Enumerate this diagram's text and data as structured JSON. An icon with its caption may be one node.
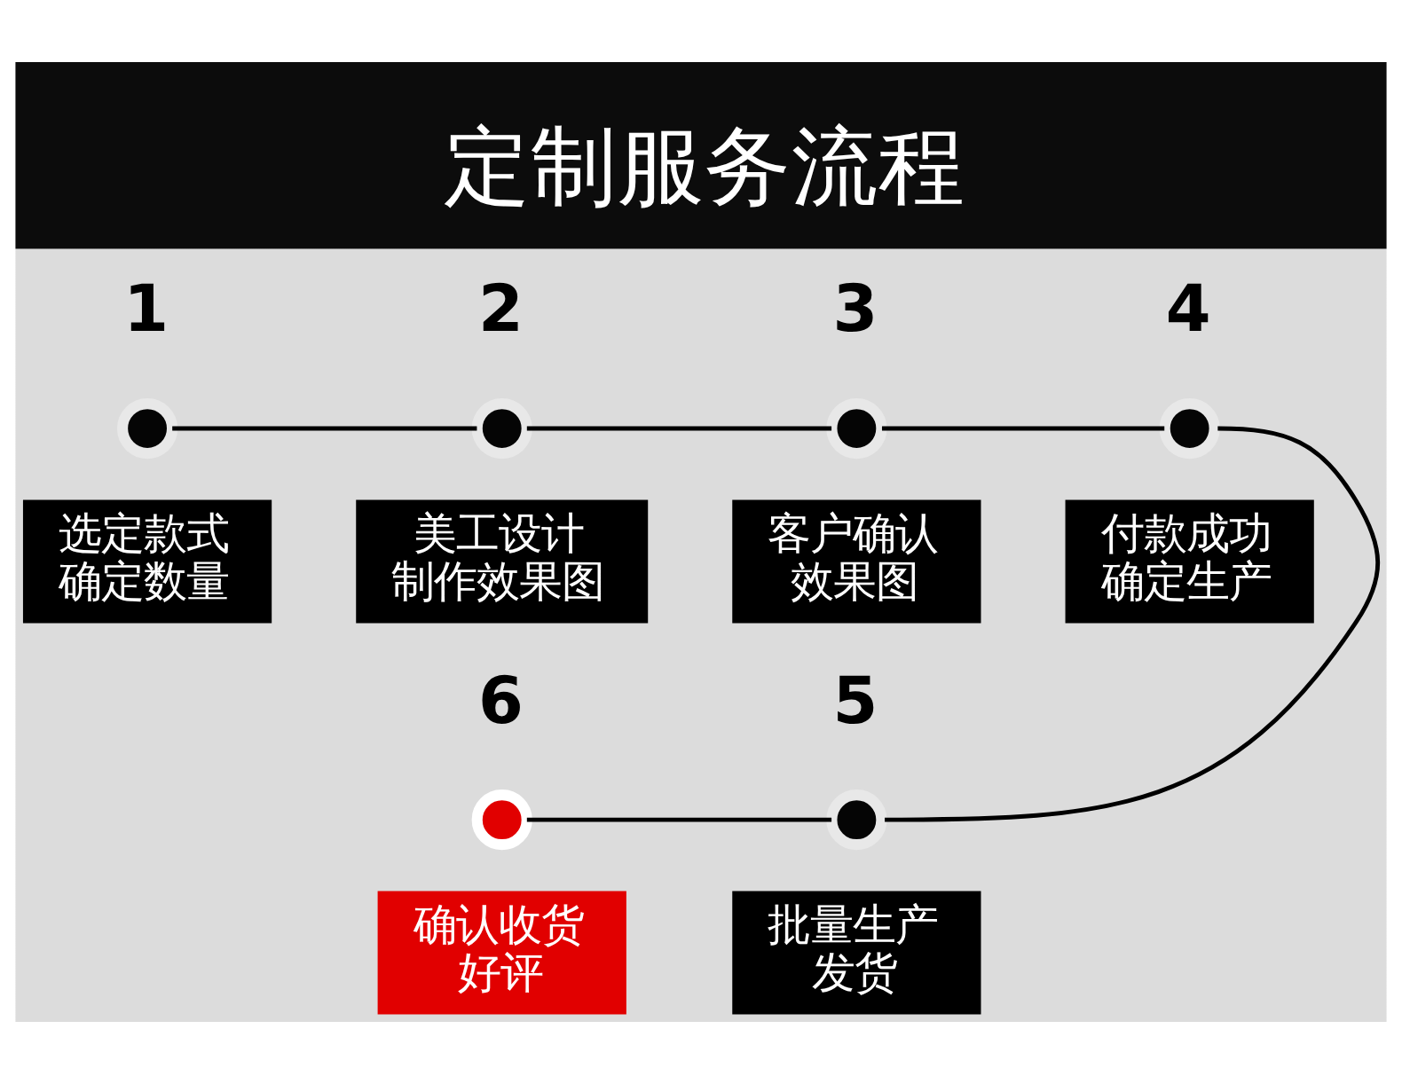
{
  "diagram": {
    "title": "定制服务流程",
    "nodes": [
      {
        "text": [],
        "shape": "circle",
        "beside": [
          "1"
        ]
      },
      {
        "text": [
          "选定款式确定数量"
        ]
      },
      {
        "text": [],
        "shape": "circle",
        "beside": [
          "2"
        ]
      },
      {
        "text": [
          "美工设计制作效果图"
        ]
      },
      {
        "text": [],
        "shape": "circle",
        "beside": [
          "3"
        ]
      },
      {
        "text": [
          "客户确认效果图"
        ]
      },
      {
        "text": [],
        "shape": "circle",
        "beside": [
          "4"
        ]
      },
      {
        "text": [
          "付款成功确定生产"
        ]
      },
      {
        "text": [],
        "shape": "circle",
        "beside": [
          "5"
        ]
      },
      {
        "text": [
          "批量生产发货"
        ]
      },
      {
        "text": [],
        "shape": "circle",
        "beside": [
          "6"
        ]
      },
      {
        "text": [
          "确认收货好评"
        ]
      }
    ],
    "edges": [
      {
        "from": 0,
        "to": 2,
        "arrow": "none"
      },
      {
        "from": 2,
        "to": 4,
        "arrow": "none"
      },
      {
        "from": 4,
        "to": 6,
        "arrow": "none"
      },
      {
        "from": 6,
        "to": 8,
        "arrow": "none"
      },
      {
        "from": 8,
        "to": 10,
        "arrow": "none"
      }
    ]
  }
}
